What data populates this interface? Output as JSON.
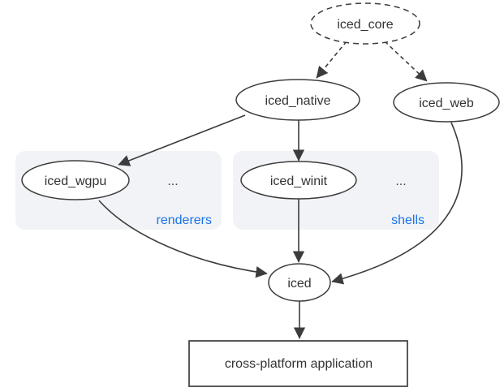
{
  "diagram": {
    "type": "dependency-graph",
    "nodes": {
      "iced_core": {
        "label": "iced_core",
        "shape": "ellipse",
        "border": "dashed"
      },
      "iced_native": {
        "label": "iced_native",
        "shape": "ellipse",
        "border": "solid"
      },
      "iced_web": {
        "label": "iced_web",
        "shape": "ellipse",
        "border": "solid"
      },
      "iced_wgpu": {
        "label": "iced_wgpu",
        "shape": "ellipse",
        "border": "solid"
      },
      "iced_winit": {
        "label": "iced_winit",
        "shape": "ellipse",
        "border": "solid"
      },
      "iced": {
        "label": "iced",
        "shape": "ellipse",
        "border": "solid"
      },
      "app": {
        "label": "cross-platform application",
        "shape": "rect",
        "border": "solid"
      }
    },
    "groups": {
      "renderers": {
        "label": "renderers",
        "ellipsis": "...",
        "members": [
          "iced_wgpu"
        ]
      },
      "shells": {
        "label": "shells",
        "ellipsis": "...",
        "members": [
          "iced_winit"
        ]
      }
    },
    "edges": [
      {
        "from": "iced_core",
        "to": "iced_native",
        "style": "dashed"
      },
      {
        "from": "iced_core",
        "to": "iced_web",
        "style": "dashed"
      },
      {
        "from": "iced_native",
        "to": "iced_wgpu",
        "style": "solid"
      },
      {
        "from": "iced_native",
        "to": "iced_winit",
        "style": "solid"
      },
      {
        "from": "iced_wgpu",
        "to": "iced",
        "style": "solid"
      },
      {
        "from": "iced_winit",
        "to": "iced",
        "style": "solid"
      },
      {
        "from": "iced_web",
        "to": "iced",
        "style": "solid"
      },
      {
        "from": "iced",
        "to": "app",
        "style": "solid"
      }
    ],
    "colors": {
      "edge": "#3c3c3c",
      "node_border": "#3c3c3c",
      "node_fill": "#ffffff",
      "group_fill": "#f1f3f6",
      "group_label": "#1a73e8",
      "text": "#333333",
      "background": "#ffffff"
    }
  }
}
